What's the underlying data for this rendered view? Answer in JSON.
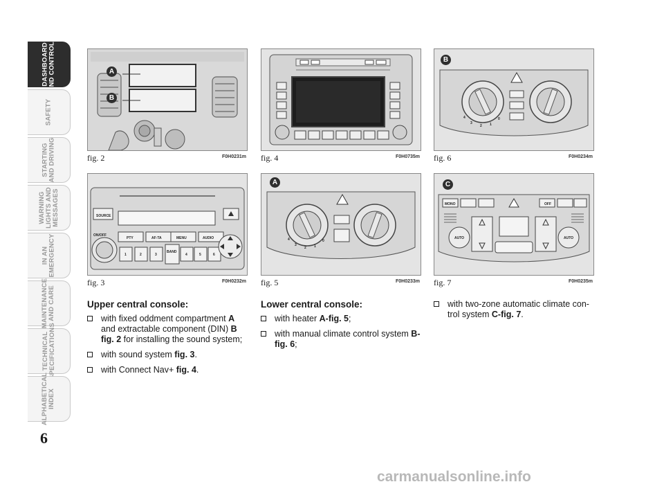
{
  "side_tabs": [
    {
      "label": "DASHBOARD\nAND CONTROLS",
      "active": true
    },
    {
      "label": "SAFETY",
      "active": false
    },
    {
      "label": "STARTING\nAND DRIVING",
      "active": false
    },
    {
      "label": "WARNING\nLIGHTS AND\nMESSAGES",
      "active": false
    },
    {
      "label": "IN AN\nEMERGENCY",
      "active": false
    },
    {
      "label": "MAINTENANCE\nAND CARE",
      "active": false
    },
    {
      "label": "TECHNICAL\nSPECIFICATIONS",
      "active": false
    },
    {
      "label": "ALPHABETICAL\nINDEX",
      "active": false
    }
  ],
  "page_number": "6",
  "figures": {
    "fig2": {
      "label": "fig. 2",
      "code": "F0H0231m",
      "callouts": [
        "A",
        "B"
      ]
    },
    "fig3": {
      "label": "fig. 3",
      "code": "F0H0232m",
      "buttons": {
        "source": "SOURCE",
        "onoff": "ON/OFF",
        "pty": "PTY",
        "afta": "AF-TA",
        "menu": "MENU",
        "audio": "AUDIO",
        "band": "BAND"
      },
      "presets": [
        "1",
        "2",
        "3",
        "4",
        "5",
        "6"
      ]
    },
    "fig4": {
      "label": "fig. 4",
      "code": "F0H0735m"
    },
    "fig5": {
      "label": "fig. 5",
      "code": "F0H0233m",
      "callouts": [
        "A"
      ],
      "dial_numbers": [
        "4",
        "3",
        "2",
        "1",
        "0"
      ]
    },
    "fig6": {
      "label": "fig. 6",
      "code": "F0H0234m",
      "callouts": [
        "B"
      ],
      "dial_numbers": [
        "4",
        "3",
        "2",
        "1",
        "0"
      ]
    },
    "fig7": {
      "label": "fig. 7",
      "code": "F0H0235m",
      "callouts": [
        "C"
      ],
      "buttons": {
        "mono": "MONO",
        "off": "OFF",
        "auto_left": "AUTO",
        "auto_right": "AUTO"
      }
    }
  },
  "columns": {
    "upper": {
      "heading": "Upper central console:",
      "bullets": [
        {
          "parts": [
            "with fixed oddment compartment ",
            "A",
            " and extractable component (DIN) ",
            "B",
            " ",
            "fig. 2",
            " for installing the sound system;"
          ]
        },
        {
          "parts": [
            "with sound system ",
            "fig. 3",
            "."
          ]
        },
        {
          "parts": [
            "with Connect Nav+ ",
            "fig. 4",
            "."
          ]
        }
      ]
    },
    "lower": {
      "heading": "Lower central console:",
      "bullets": [
        {
          "parts": [
            "with heater ",
            "A-fig. 5",
            ";"
          ]
        },
        {
          "parts": [
            "with manual climate control system ",
            "B-fig. 6",
            ";"
          ]
        }
      ]
    },
    "third": {
      "bullets": [
        {
          "parts": [
            "with two-zone automatic climate con-trol system ",
            "C-fig. 7",
            "."
          ]
        }
      ]
    }
  },
  "watermark": "carmanualsonline.info"
}
